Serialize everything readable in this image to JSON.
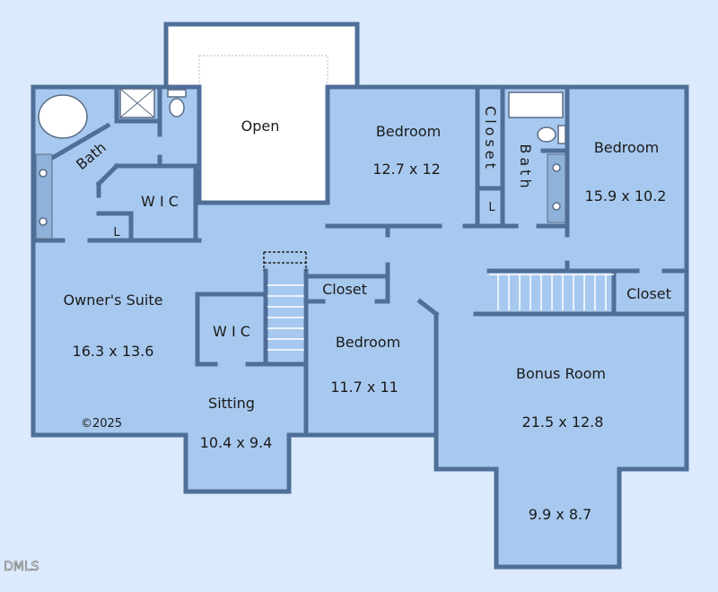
{
  "colors": {
    "background": "#dbeafc",
    "room_fill": "#a8c9ef",
    "wall": "#4f6f99",
    "open_area": "#ffffff"
  },
  "rooms": {
    "open": {
      "name": "Open"
    },
    "bedroom_2": {
      "name": "Bedroom",
      "size": "12.7 x 12"
    },
    "bedroom_3": {
      "name": "Bedroom",
      "size": "15.9 x 10.2"
    },
    "bedroom_4": {
      "name": "Bedroom",
      "size": "11.7 x 11"
    },
    "owners_suite": {
      "name": "Owner's Suite",
      "size": "16.3 x 13.6"
    },
    "sitting": {
      "name": "Sitting",
      "size": "10.4 x 9.4"
    },
    "bonus_room": {
      "name": "Bonus Room",
      "size": "21.5 x 12.8",
      "extension_size": "9.9 x 8.7"
    }
  },
  "small_labels": {
    "owner_bath": "Bath",
    "owner_wic": "W I C",
    "owner_linen": "L",
    "sitting_wic": "W I C",
    "closet_vertical": "Closet",
    "bath_vertical": "Bath",
    "hall_linen": "L",
    "bedroom4_closet": "Closet",
    "bonus_closet": "Closet"
  },
  "copyright": "©2025",
  "watermark": "DMLS"
}
